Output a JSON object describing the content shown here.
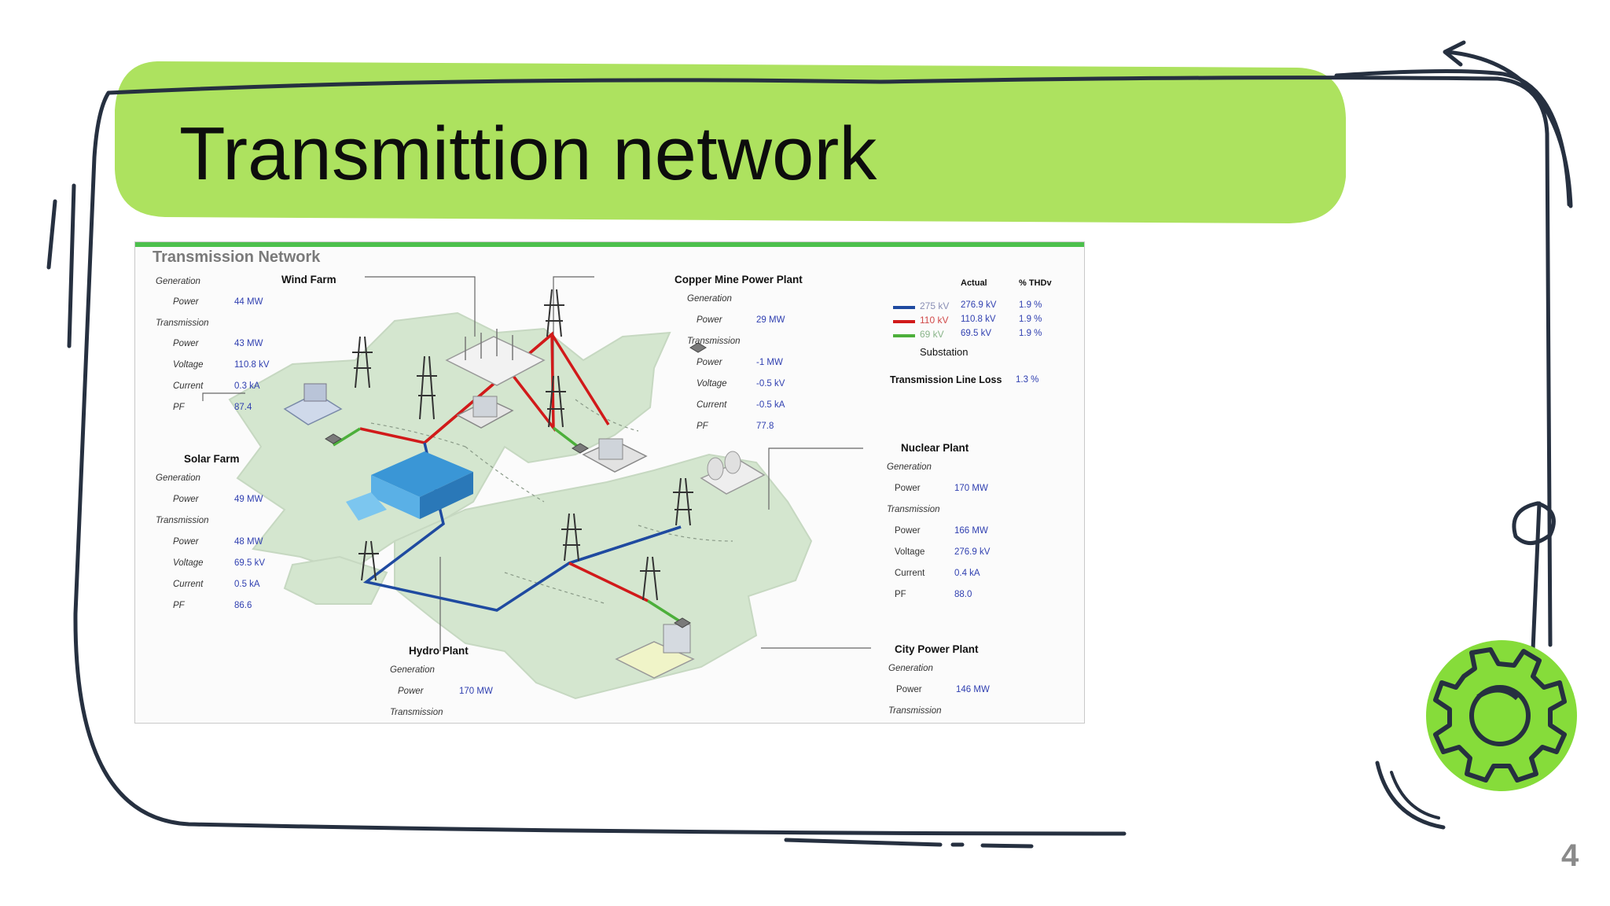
{
  "slide": {
    "title": "Transmittion network",
    "page_number": "4",
    "colors": {
      "accent": "#ade25f",
      "ink": "#263040",
      "gear_bg": "#86dc3a"
    }
  },
  "panel": {
    "title": "Transmission Network",
    "legend": {
      "actual_header": "Actual",
      "thd_header": "% THDv",
      "rows": [
        {
          "voltage": "275 kV",
          "color": "#1f4aa0",
          "actual": "276.9 kV",
          "thd": "1.9 %"
        },
        {
          "voltage": "110 kV",
          "color": "#d11a1a",
          "actual": "110.8 kV",
          "thd": "1.9 %"
        },
        {
          "voltage": "69 kV",
          "color": "#4caf3a",
          "actual": "69.5 kV",
          "thd": "1.9 %"
        }
      ],
      "substation_label": "Substation",
      "loss_label": "Transmission Line Loss",
      "loss_value": "1.3 %"
    },
    "labels": {
      "generation": "Generation",
      "transmission": "Transmission",
      "power": "Power",
      "voltage": "Voltage",
      "current": "Current",
      "pf": "PF"
    },
    "wind_farm": {
      "name": "Wind Farm",
      "gen_power": "44 MW",
      "tx_power": "43 MW",
      "tx_voltage": "110.8 kV",
      "tx_current": "0.3 kA",
      "tx_pf": "87.4"
    },
    "solar_farm": {
      "name": "Solar Farm",
      "gen_power": "49 MW",
      "tx_power": "48 MW",
      "tx_voltage": "69.5 kV",
      "tx_current": "0.5 kA",
      "tx_pf": "86.6"
    },
    "copper_mine": {
      "name": "Copper Mine Power Plant",
      "gen_power": "29 MW",
      "tx_power": "-1 MW",
      "tx_voltage": "-0.5 kV",
      "tx_current": "-0.5 kA",
      "tx_pf": "77.8"
    },
    "nuclear": {
      "name": "Nuclear Plant",
      "gen_power": "170 MW",
      "tx_power": "166 MW",
      "tx_voltage": "276.9 kV",
      "tx_current": "0.4 kA",
      "tx_pf": "88.0"
    },
    "hydro": {
      "name": "Hydro Plant",
      "gen_power": "170 MW"
    },
    "city": {
      "name": "City Power Plant",
      "gen_power": "146 MW"
    }
  }
}
